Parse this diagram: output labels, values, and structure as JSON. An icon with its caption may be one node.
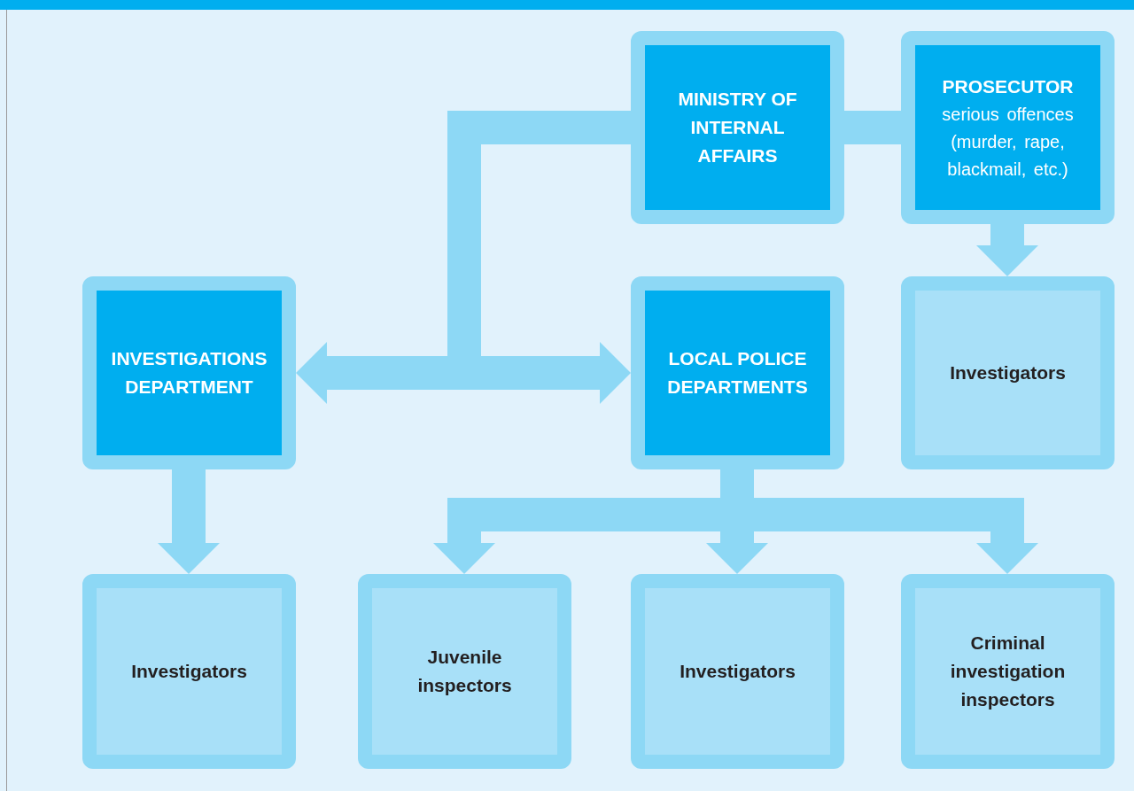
{
  "diagram": {
    "nodes": [
      {
        "text": [
          "MINISTRY OF INTERNAL AFFAIRS"
        ]
      },
      {
        "text": [
          "PROSECUTOR",
          "serious offences (murder, rape, blackmail, etc.)"
        ]
      },
      {
        "text": [
          "INVESTIGATIONS DEPARTMENT"
        ]
      },
      {
        "text": [
          "LOCAL POLICE DEPARTMENTS"
        ]
      },
      {
        "text": [
          "Investigators"
        ]
      },
      {
        "text": [
          "Investigators"
        ]
      },
      {
        "text": [
          "Juvenile inspectors"
        ]
      },
      {
        "text": [
          "Investigators"
        ]
      },
      {
        "text": [
          "Criminal investigation inspectors"
        ]
      }
    ],
    "edges": [
      {
        "from": 0,
        "to": 1,
        "arrow": "none"
      },
      {
        "from": 0,
        "to": 2,
        "arrow": "to"
      },
      {
        "from": 0,
        "to": 3,
        "arrow": "to"
      },
      {
        "from": 1,
        "to": 4,
        "arrow": "to"
      },
      {
        "from": 2,
        "to": 5,
        "arrow": "to"
      },
      {
        "from": 3,
        "to": 6,
        "arrow": "to"
      },
      {
        "from": 3,
        "to": 7,
        "arrow": "to"
      },
      {
        "from": 3,
        "to": 8,
        "arrow": "to"
      }
    ]
  }
}
